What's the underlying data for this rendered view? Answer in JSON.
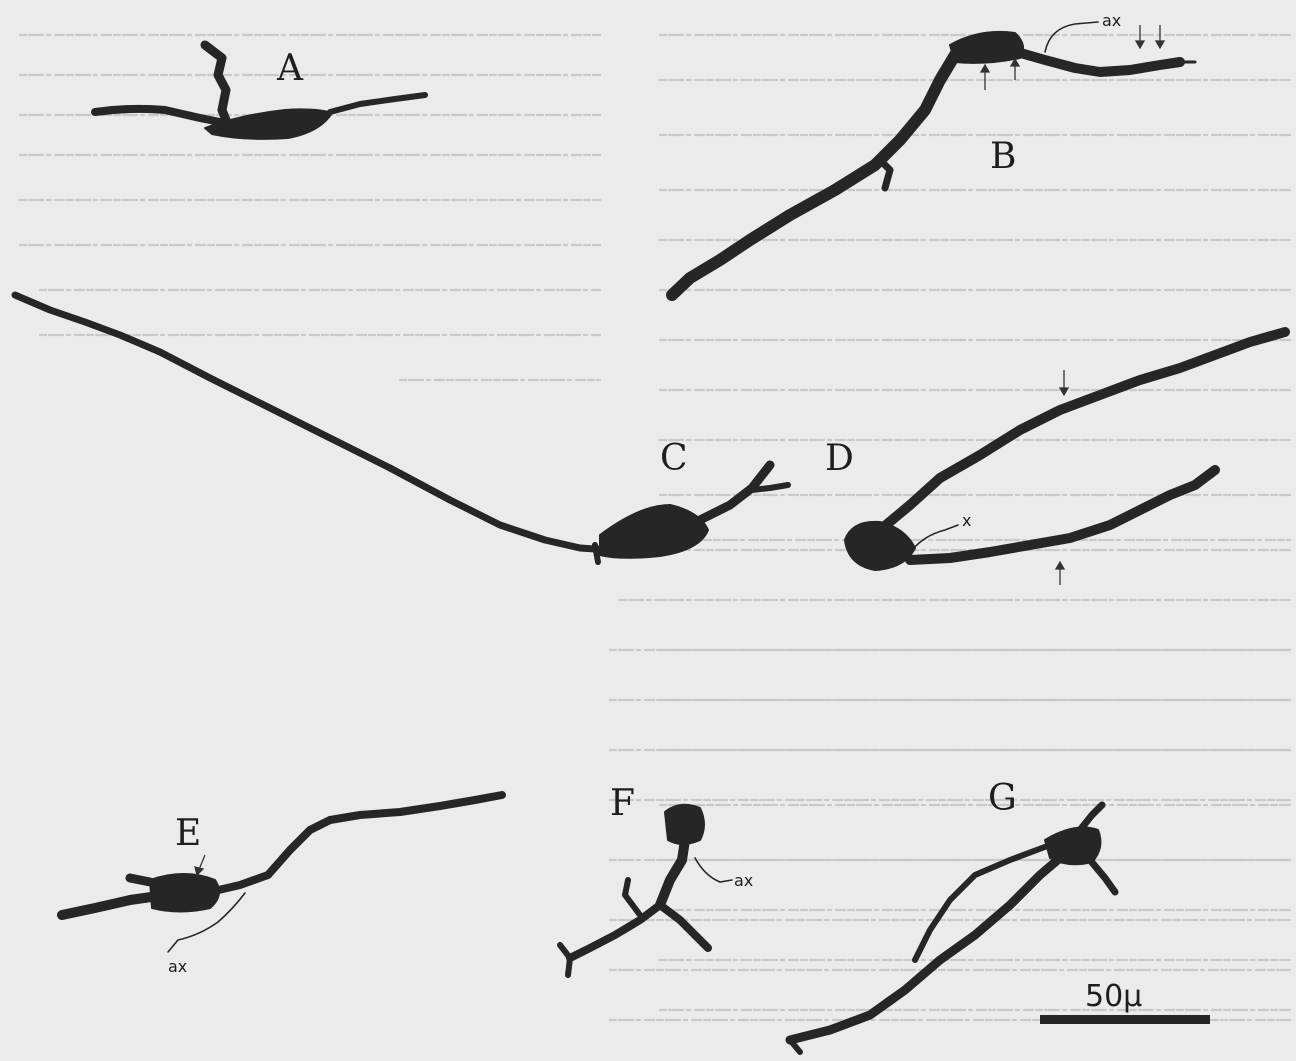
{
  "panels": [
    {
      "id": "A",
      "label": "A"
    },
    {
      "id": "B",
      "label": "B",
      "axon_label": "ax"
    },
    {
      "id": "C",
      "label": "C"
    },
    {
      "id": "D",
      "label": "D",
      "axon_label": "x"
    },
    {
      "id": "E",
      "label": "E",
      "axon_label": "ax"
    },
    {
      "id": "F",
      "label": "F",
      "axon_label": "ax"
    },
    {
      "id": "G",
      "label": "G"
    }
  ],
  "scale_bar": {
    "label": "50µ"
  },
  "colors": {
    "ink": "#262626",
    "paper": "#ebebeb",
    "show_through": "#c9c9c9"
  }
}
